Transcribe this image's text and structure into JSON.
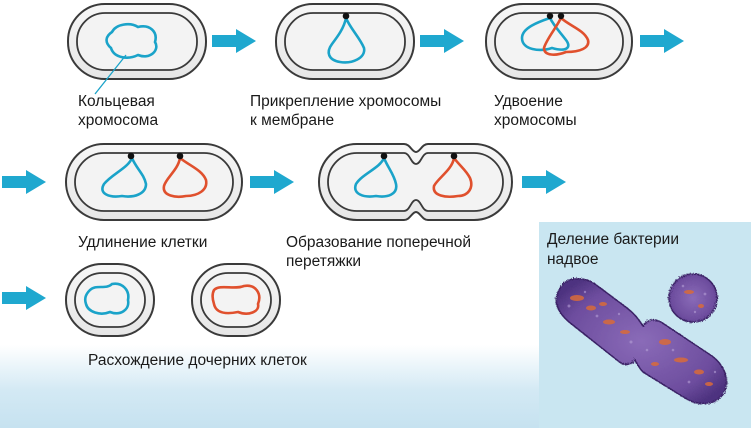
{
  "colors": {
    "chromosome_a": "#1aa3c9",
    "chromosome_b": "#e0502d",
    "arrow": "#1fa8cf",
    "cell_outline": "#3a3a3a",
    "cell_fill": "#efefef",
    "photo_background": "#c9e6f1"
  },
  "stages": [
    {
      "id": "circular-chromosome",
      "label": "Кольцевая\nхромосома"
    },
    {
      "id": "membrane-attachment",
      "label": "Прикрепление хромосомы\nк мембране"
    },
    {
      "id": "chromosome-duplication",
      "label": "Удвоение\nхромосомы"
    },
    {
      "id": "cell-elongation",
      "label": "Удлинение клетки"
    },
    {
      "id": "septum-formation",
      "label": "Образование поперечной\nперетяжки"
    },
    {
      "id": "daughter-separation",
      "label": "Расхождение дочерних клеток"
    }
  ],
  "photo": {
    "caption": "Деление бактерии\nнадвое"
  }
}
